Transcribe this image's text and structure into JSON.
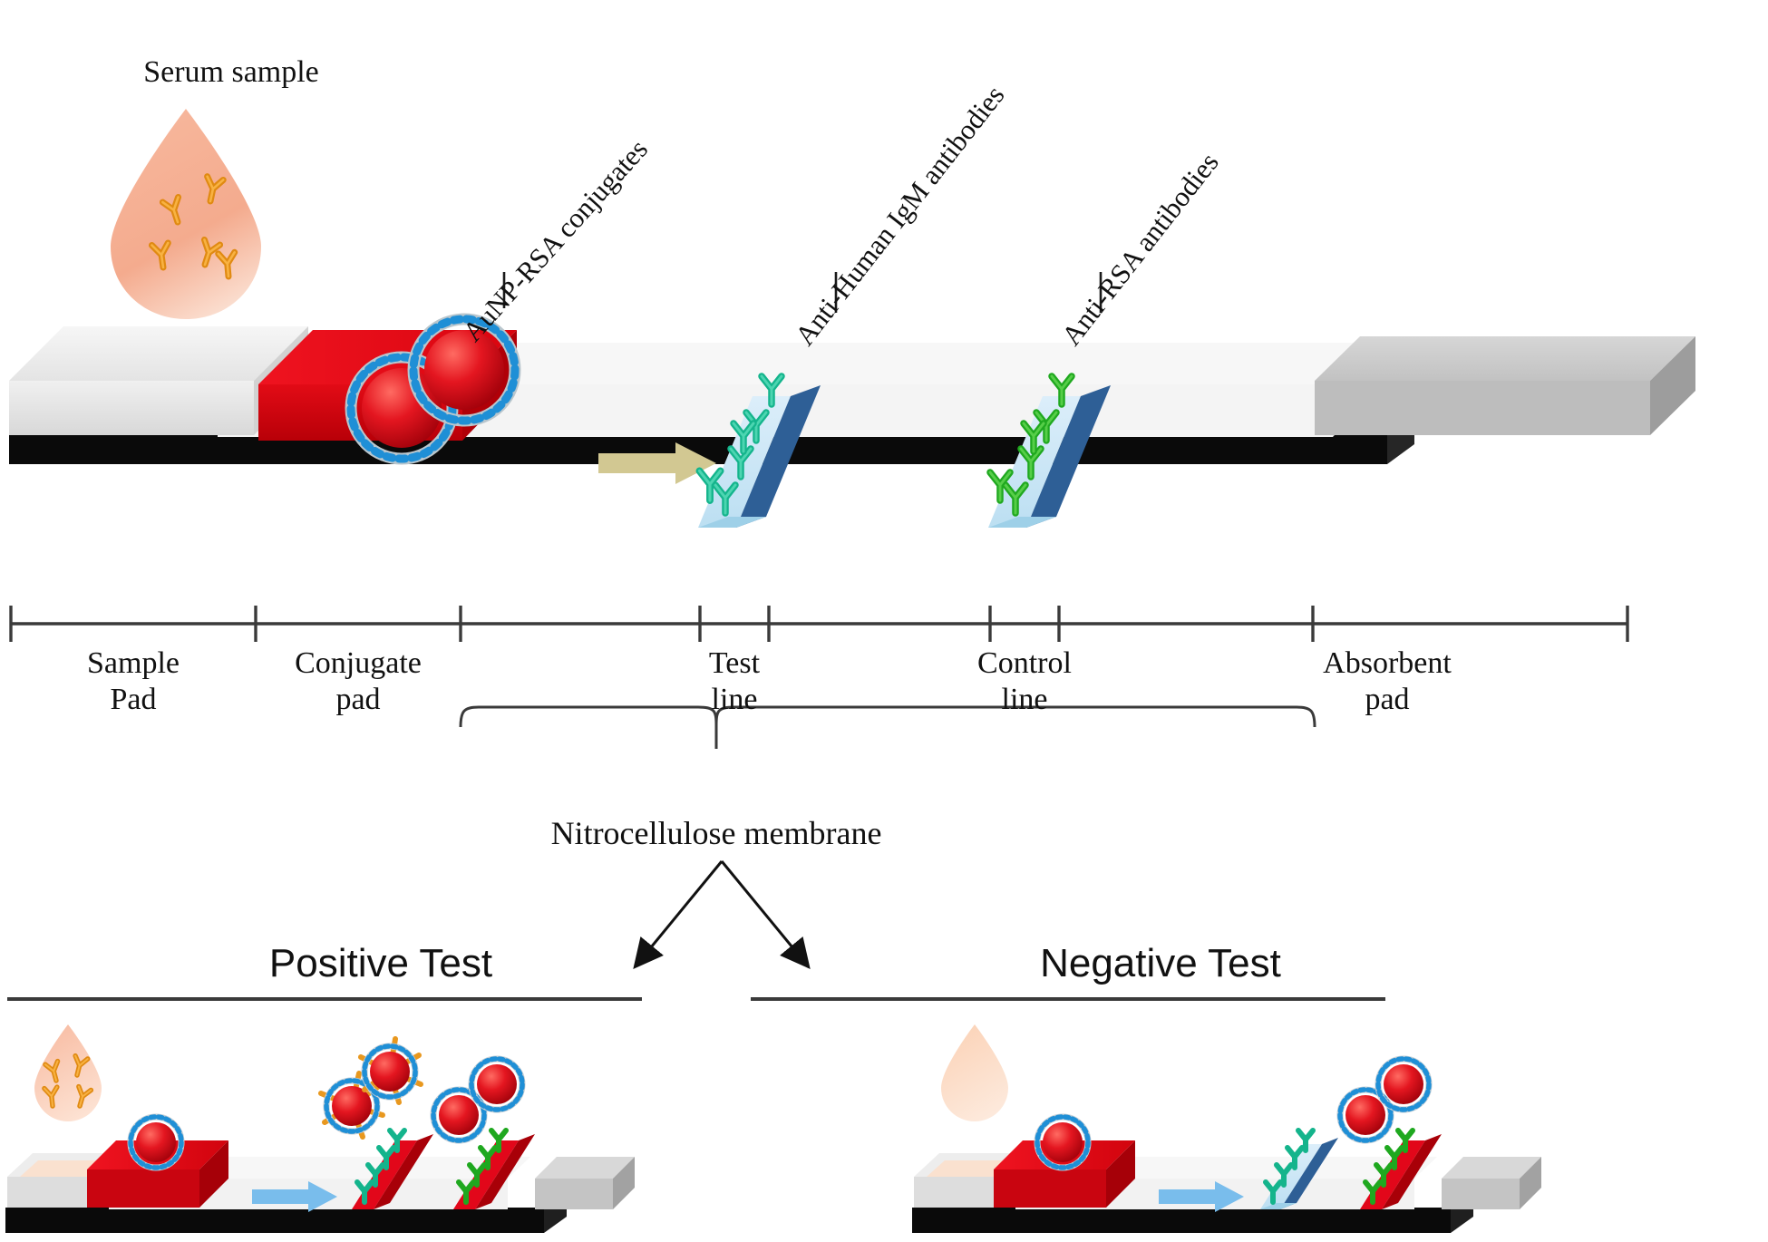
{
  "figure": {
    "type": "diagram",
    "subject": "Lateral flow immunoassay (LFIA) strip schematic for RSA IgM detection",
    "background_color": "#ffffff"
  },
  "top_panel": {
    "serum_label": "Serum sample",
    "diagonal_labels": [
      {
        "id": "conjugate",
        "text": "AuNP-RSA conjugates"
      },
      {
        "id": "test",
        "text": "Anti-Human IgM antibodies"
      },
      {
        "id": "control",
        "text": "Anti-RSA antibodies"
      }
    ],
    "ruler_labels": [
      {
        "id": "sample-pad",
        "text": "Sample\nPad"
      },
      {
        "id": "conjugate-pad",
        "text": "Conjugate\npad"
      },
      {
        "id": "test-line",
        "text": "Test\nline"
      },
      {
        "id": "control-line",
        "text": "Control\nline"
      },
      {
        "id": "absorbent-pad",
        "text": "Absorbent\npad"
      }
    ],
    "brace_label": "Nitrocellulose membrane"
  },
  "bottom_panels": [
    {
      "id": "positive",
      "title": "Positive Test"
    },
    {
      "id": "negative",
      "title": "Negative Test"
    }
  ],
  "colors": {
    "sample_pad": "#ececec",
    "conjugate_pad": "#e2071a",
    "membrane": "#f2f2f2",
    "absorbent_pad": "#c9c9c9",
    "backing_card": "#000000",
    "test_line_top": "#cfe6f4",
    "test_line_edge": "#2e5f96",
    "control_line_edge": "#2e5f96",
    "test_antibody": "#1fbf95",
    "control_antibody": "#22b022",
    "serum_antibody": "#e8981f",
    "aunp_core": "#d5121a",
    "aunp_shell": "#1f8fd6",
    "flow_arrow_top": "#d2c892",
    "flow_arrow_bottom": "#79bdec",
    "rule_line": "#3a3a3a",
    "text": "#111111"
  }
}
